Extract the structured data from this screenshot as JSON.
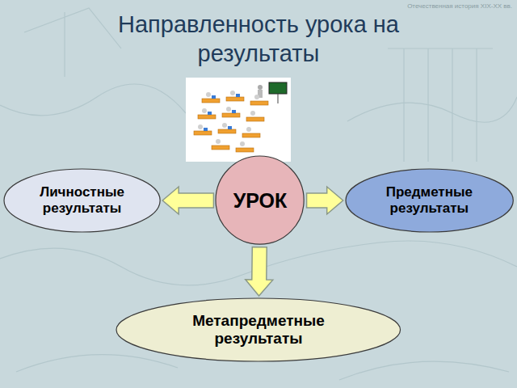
{
  "diagram": {
    "title": "Направленность урока на результаты",
    "nodes": [
      {
        "text": [
          "Личностные результаты"
        ]
      },
      {
        "text": [
          "УРОК"
        ]
      },
      {
        "text": [
          "Предметные результаты"
        ]
      },
      {
        "text": [
          "Метапредметные результаты"
        ]
      }
    ],
    "edges": [
      {
        "from": 1,
        "to": 0,
        "arrow": "to"
      },
      {
        "from": 1,
        "to": 2,
        "arrow": "to"
      },
      {
        "from": 1,
        "to": 3,
        "arrow": "to"
      }
    ],
    "labels": [
      "Отечественная история XIX-XX вв."
    ]
  }
}
